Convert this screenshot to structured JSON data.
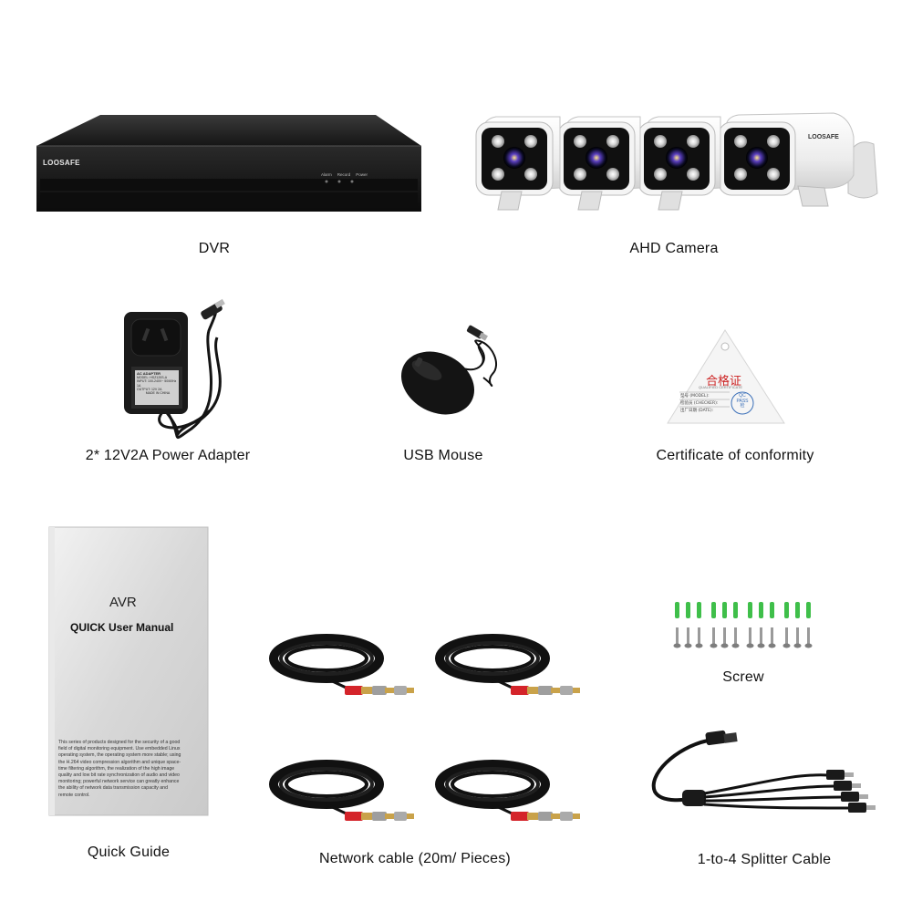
{
  "items": {
    "dvr": {
      "caption": "DVR",
      "brand": "LOOSAFE",
      "indicators": [
        "Alarm",
        "Record",
        "Power"
      ]
    },
    "camera": {
      "caption": "AHD Camera",
      "brand": "LOOSAFE"
    },
    "adapter": {
      "caption": "2* 12V2A Power Adapter",
      "label_title": "AC ADAPTER",
      "label_lines": [
        "MODEL: HSZ120S-A",
        "INPUT: 100-240V~ 50/60Hz 1A",
        "OUTPUT: 12V 2A"
      ],
      "label_footer": "MADE IN CHINA"
    },
    "mouse": {
      "caption": "USB Mouse"
    },
    "certificate": {
      "caption": "Certificate of conformity",
      "title_cn": "合格证",
      "subtitle": "QUALIFIED CERTIFICATE",
      "lines": [
        "型号 (MODEL):",
        "检验员 (CHECKER):",
        "出厂日期 (DATE):"
      ],
      "stamp_top": "QC",
      "stamp_mid": "PASS",
      "stamp_bottom": "检"
    },
    "manual": {
      "caption": "Quick Guide",
      "title_1": "AVR",
      "title_2": "QUICK User Manual",
      "body_lines": [
        "This series of products designed for the security of a good",
        "field of digital monitoring equipment. Use embedded Linux",
        "operating system, the operating system more stable; using",
        "the H.264 video compression algorithm and unique space-",
        "time filtering algorithm, the realization of the high image",
        "quality and low bit rate synchronization of audio and video",
        "monitoring; powerful network service can greatly enhance",
        "the ability of network data transmission capacity and",
        "remote control."
      ]
    },
    "cable": {
      "caption": "Network cable (20m/ Pieces)"
    },
    "screw": {
      "caption": "Screw"
    },
    "splitter": {
      "caption": "1-to-4 Splitter Cable"
    }
  },
  "colors": {
    "dvr_body": "#1c1c1c",
    "camera_body": "#f2f2f2",
    "cable_black": "#111111",
    "plug_red": "#d4242a",
    "plug_gold": "#c9a24a",
    "anchor_green": "#3fbf4a",
    "screw_silver": "#9a9a9a",
    "cert_red": "#cc2222"
  }
}
